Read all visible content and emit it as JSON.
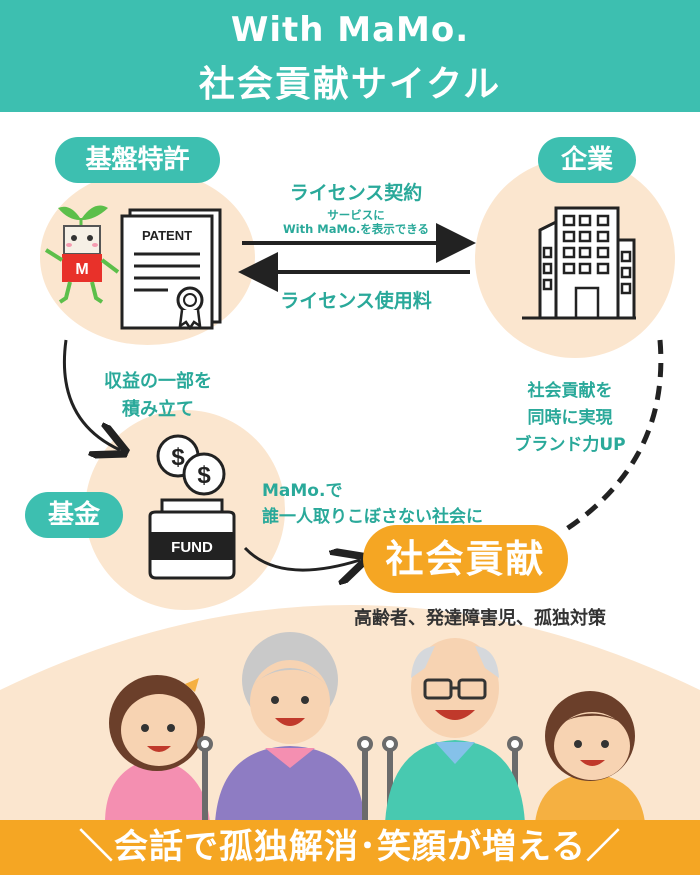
{
  "header": {
    "title_line1": "With MaMo.",
    "title_line2": "社会貢献サイクル"
  },
  "nodes": {
    "patent_label": "基盤特許",
    "company_label": "企業",
    "fund_label": "基金",
    "social_label": "社会貢献"
  },
  "illustrations": {
    "patent_doc_text": "PATENT",
    "fund_jar_text": "FUND",
    "mascot_letter": "M",
    "coin_symbol": "$"
  },
  "flows": {
    "license_contract": "ライセンス契約",
    "service_note_line1": "サービスに",
    "service_note_line2": "With MaMo.を表示できる",
    "license_fee": "ライセンス使用料",
    "accumulate_line1": "収益の一部を",
    "accumulate_line2": "積み立て",
    "company_benefit_line1": "社会貢献を",
    "company_benefit_line2": "同時に実現",
    "company_benefit_line3": "ブランド力UP",
    "fund_purpose_line1": "MaMo.で",
    "fund_purpose_line2": "誰一人取りこぼさない社会に"
  },
  "targets": "高齢者、発達障害児、孤独対策",
  "bottom_banner": "＼会話で孤独解消･笑顔が増える／",
  "colors": {
    "teal": "#3dbfb0",
    "orange": "#f5a623",
    "circle_bg": "#fbe6cf"
  }
}
